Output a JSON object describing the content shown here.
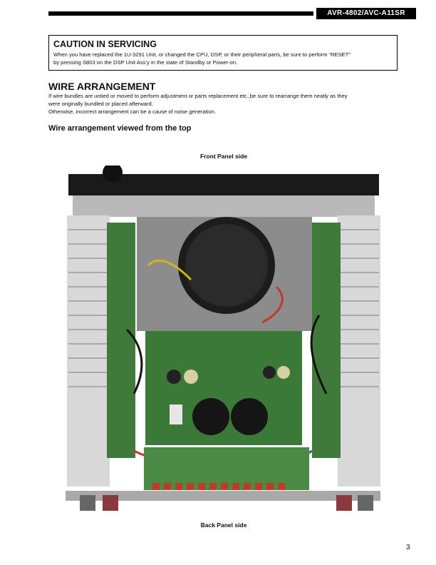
{
  "header": {
    "title": "AVR-4802/AVC-A11SR"
  },
  "caution": {
    "title": "CAUTION IN SERVICING",
    "line1": "When you have replaced the 1U-3291 Unit, or changed the CPU, DSP, or their peripheral parts, be sure to perform “RESET”",
    "line2": "by pressing S803 on the DSP Unit Ass’y in the state of Standby or Power-on."
  },
  "wire_arrangement": {
    "title": "WIRE ARRANGEMENT",
    "line1": "If wire bundles are untied or moved to perform adjustment or parts replacement etc.,be sure to rearrange them neatly as they",
    "line2": "were originally bundled or placed afterward.",
    "line3": "Otherwise, incorrect arrangement can be a cause of noise generation."
  },
  "figure": {
    "title": "Wire arrangement viewed from the top",
    "top_caption": "Front Panel side",
    "bottom_caption": "Back Panel side"
  },
  "page_number": "3"
}
